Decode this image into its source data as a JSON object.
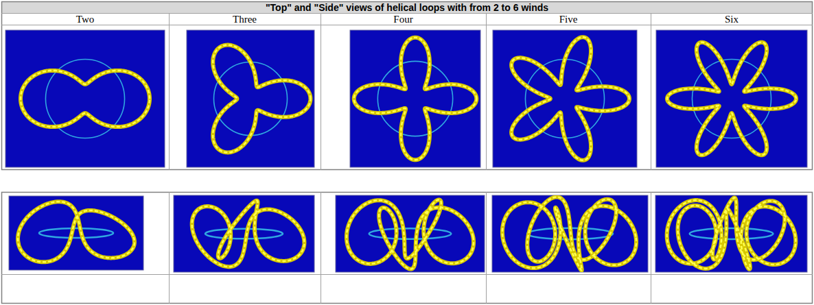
{
  "diagram": {
    "title": "\"Top\" and \"Side\" views of helical loops with from 2 to 6 winds",
    "labels": [
      "Two",
      "Three",
      "Four",
      "Five",
      "Six"
    ]
  }
}
